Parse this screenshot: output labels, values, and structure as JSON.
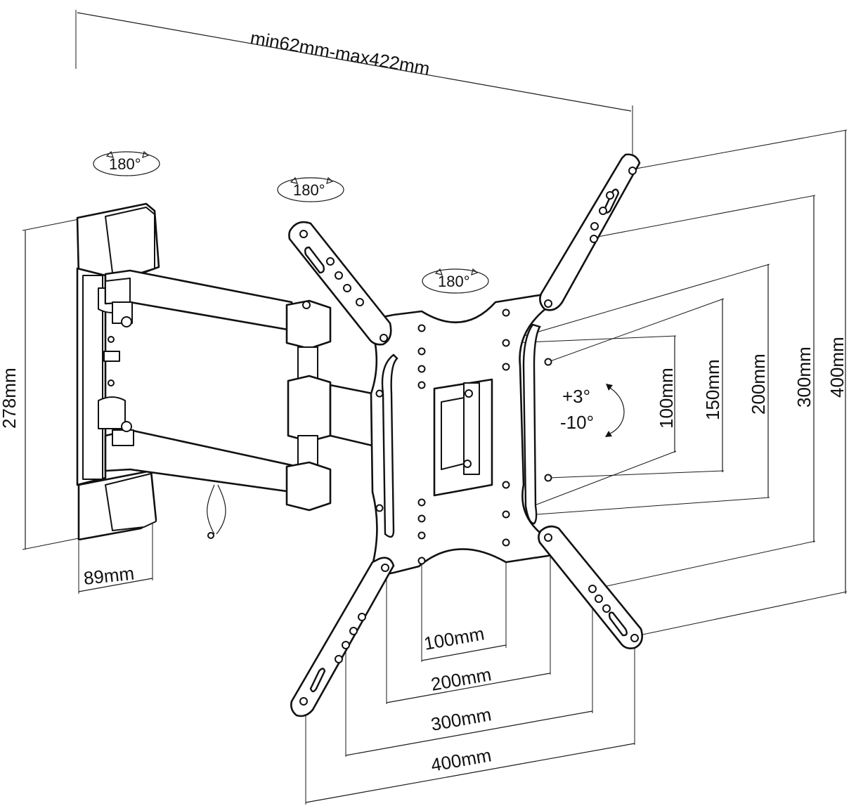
{
  "dimensions": {
    "extension": "min62mm-max422mm",
    "wall_height": "278mm",
    "wall_depth": "89mm",
    "vesa_vertical_100": "100mm",
    "vesa_vertical_150": "150mm",
    "vesa_vertical_200": "200mm",
    "vesa_vertical_300": "300mm",
    "vesa_vertical_400": "400mm",
    "vesa_horizontal_100": "100mm",
    "vesa_horizontal_200": "200mm",
    "vesa_horizontal_300": "300mm",
    "vesa_horizontal_400": "400mm"
  },
  "rotation": {
    "wall_swivel": "180°",
    "arm_swivel": "180°",
    "plate_rotation": "180°"
  },
  "tilt": {
    "up": "+3°",
    "down": "-10°"
  }
}
